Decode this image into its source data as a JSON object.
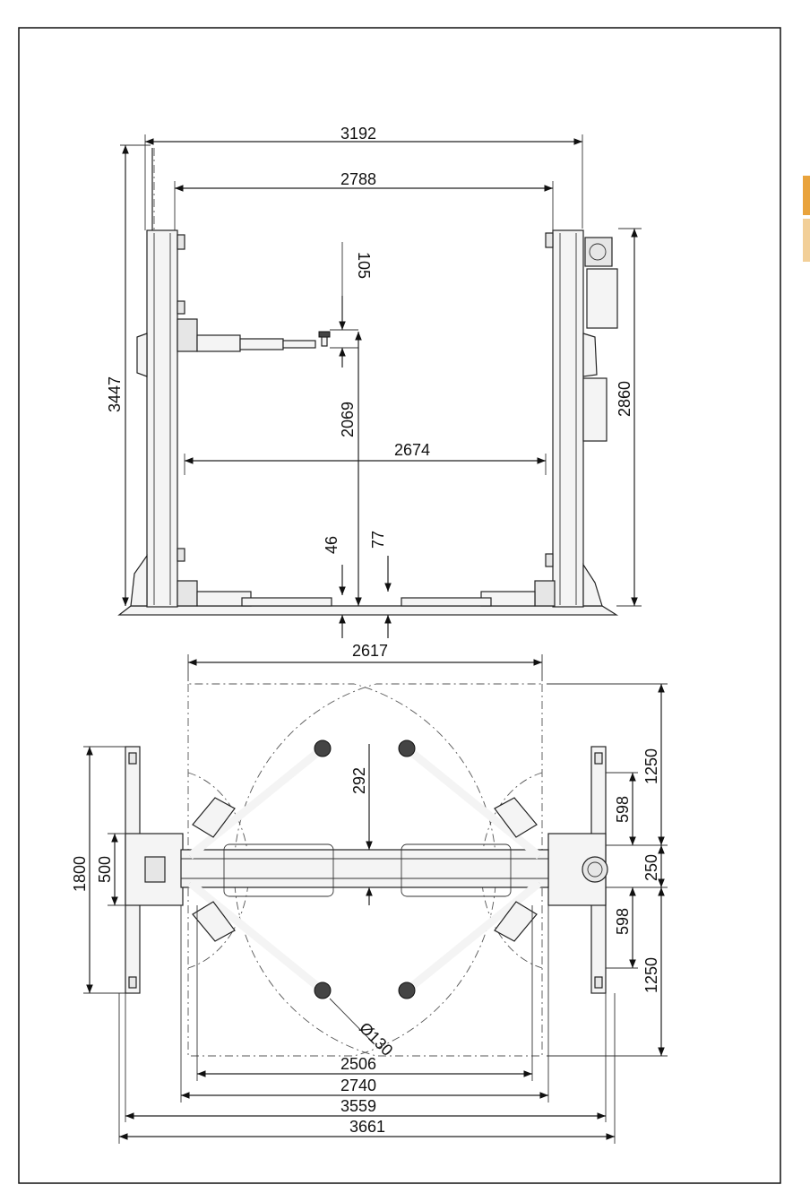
{
  "front_view": {
    "dimensions": {
      "overall_width": "3192",
      "column_inner_width": "2788",
      "overall_height": "3447",
      "column_height": "2860",
      "pad_adjust": "105",
      "lift_height": "2069",
      "drive_through_width": "2674",
      "min_pad_height": "46",
      "base_plate_height": "77",
      "floor_width": "2617"
    }
  },
  "top_view": {
    "dimensions": {
      "arm_reach": "292",
      "rear_arm_zone": "1250",
      "rear_arm_offset": "598",
      "column_depth": "250",
      "front_arm_offset": "598",
      "front_arm_zone": "1250",
      "base_length": "1800",
      "base_bolt_span": "500",
      "pad_diameter": "Ø130",
      "arm_span_inner": "2506",
      "column_span_inner": "2740",
      "column_span_outer": "3559",
      "overall_length": "3661"
    }
  },
  "colors": {
    "line": "#222222",
    "tab_orange": "#e9a33c",
    "background": "#ffffff"
  }
}
